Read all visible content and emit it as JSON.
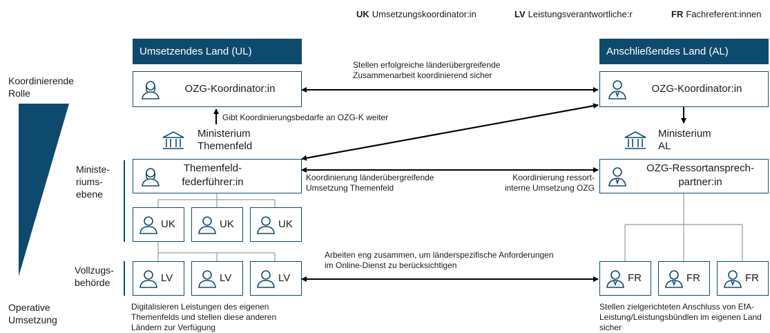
{
  "legend": [
    {
      "code": "UK",
      "text": "Umsetzungskoordinator:in"
    },
    {
      "code": "LV",
      "text": "Leistungsverantwortliche:r"
    },
    {
      "code": "FR",
      "text": "Fachreferent:innen"
    }
  ],
  "left_header": "Umsetzendes Land (UL)",
  "right_header": "Anschließendes Land (AL)",
  "roles": {
    "top": "Koordinierende Rolle",
    "bottom": "Operative Umsetzung",
    "ministry": "Ministe-riums-ebene",
    "execution": "Vollzugs-behörde"
  },
  "left": {
    "coordinator": "OZG-Koordinator:in",
    "ministry": "Ministerium Themenfeld",
    "lead": "Themenfeld-federführer:in",
    "uk": [
      "UK",
      "UK",
      "UK"
    ],
    "lv": [
      "LV",
      "LV",
      "LV"
    ],
    "desc": "Digitalisieren Leistungen des eigenen Themenfelds und stellen diese anderen Ländern zur Verfügung"
  },
  "right": {
    "coordinator": "OZG-Koordinator:in",
    "ministry": "Ministerium AL",
    "contact": "OZG-Ressortansprech-partner:in",
    "fr": [
      "FR",
      "FR",
      "FR"
    ],
    "desc": "Stellen zielgerichteten Anschluss von EfA-Leistung/Leistungsbündlen im eigenen Land sicher"
  },
  "arrows": {
    "coord": "Stellen erfolgreiche länderübergreifende Zusammenarbeit koordinierend sicher",
    "needs": "Gibt Koordinierungsbedarfe an OZG-K weiter",
    "crossLand": "Koordinierung länderübergreifende Umsetzung Themenfeld",
    "internal": "Koordinierung ressort-interne Umsetzung OZG",
    "operative": "Arbeiten eng zusammen, um länderspezifische Anforderungen im Online-Dienst zu berücksichtigen"
  },
  "colors": {
    "primary": "#0e4a6e",
    "line": "#999999"
  }
}
